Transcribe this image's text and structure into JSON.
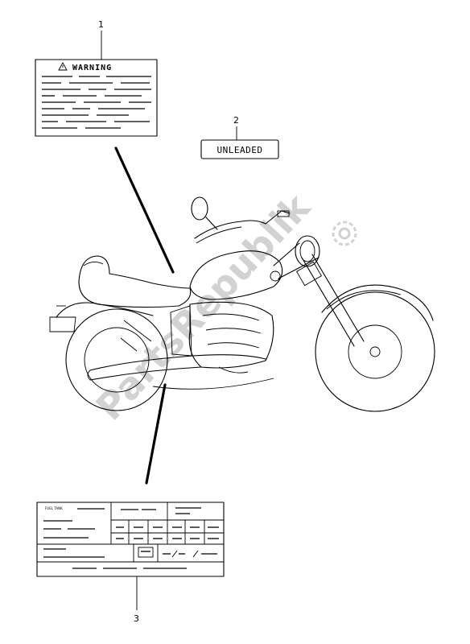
{
  "callouts": [
    "1",
    "2",
    "3"
  ],
  "warning_label": {
    "title": "WARNING"
  },
  "unleaded_label": {
    "text": "UNLEADED"
  },
  "info_label": {
    "header": "FUEL TANK"
  },
  "watermark": {
    "text": "PartsRepublik",
    "icon": "gear-icon",
    "color": "#d2d2d2"
  }
}
